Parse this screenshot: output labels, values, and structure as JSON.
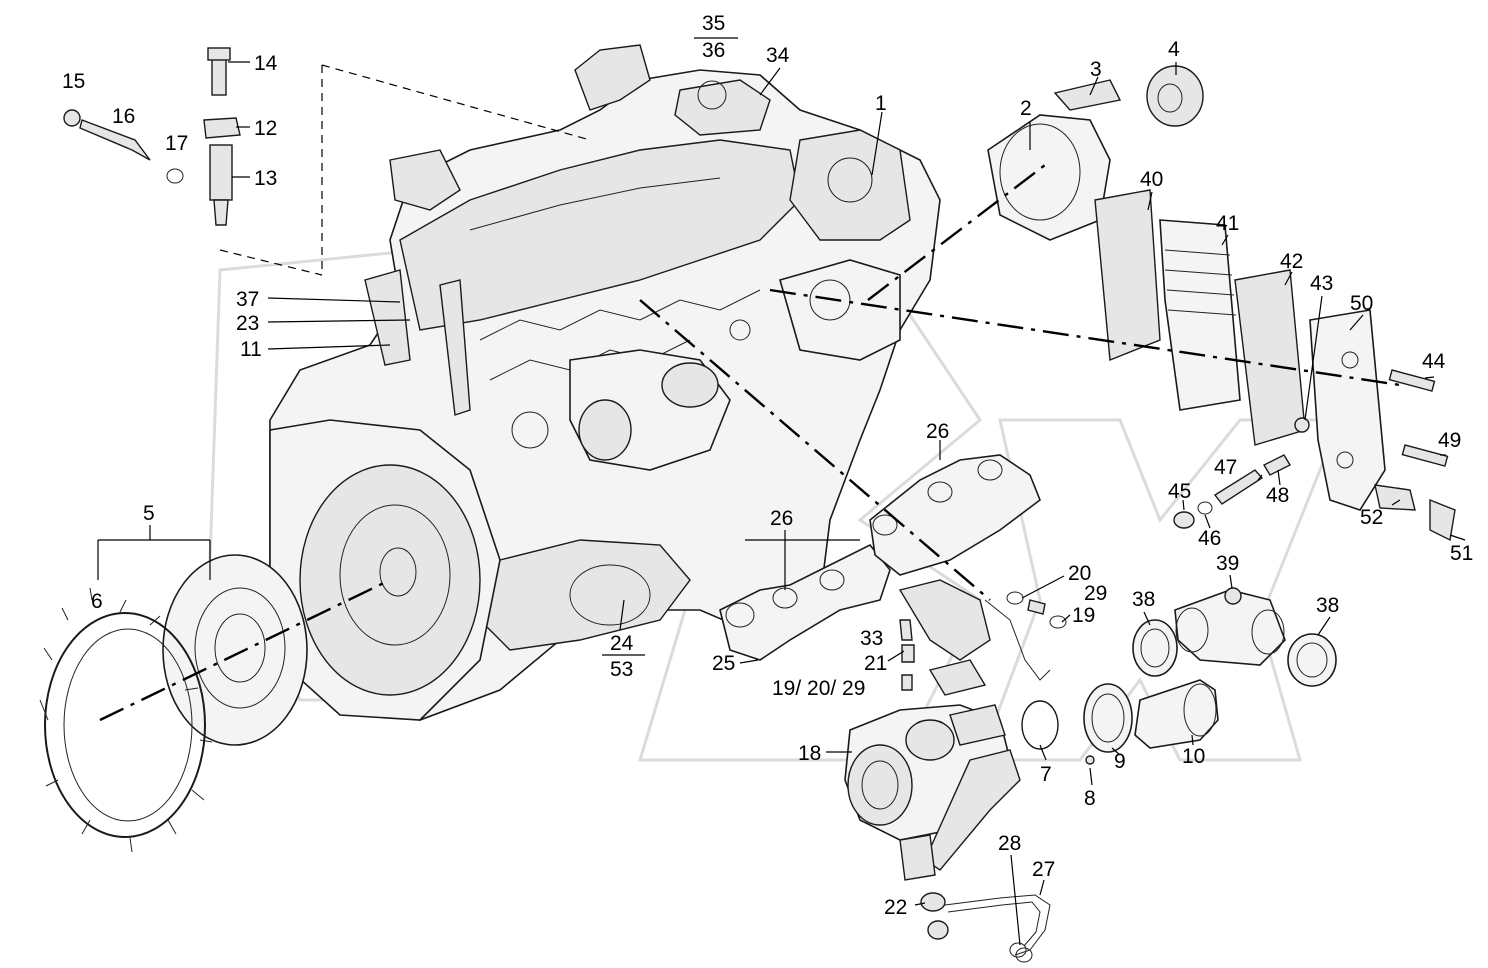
{
  "diagram": {
    "callouts": {
      "c1": "1",
      "c2": "2",
      "c3": "3",
      "c4": "4",
      "c5": "5",
      "c6": "6",
      "c7": "7",
      "c8": "8",
      "c9": "9",
      "c10": "10",
      "c11": "11",
      "c12": "12",
      "c13": "13",
      "c14": "14",
      "c15": "15",
      "c16": "16",
      "c17": "17",
      "c18": "18",
      "c19": "19",
      "c20": "20",
      "c21": "21",
      "c22": "22",
      "c23": "23",
      "c24": "24",
      "c53": "53",
      "c25": "25",
      "c26a": "26",
      "c26b": "26",
      "c27": "27",
      "c28": "28",
      "c29": "29",
      "c33": "33",
      "c34": "34",
      "c35": "35",
      "c36": "36",
      "c37": "37",
      "c38a": "38",
      "c38b": "38",
      "c39": "39",
      "c40": "40",
      "c41": "41",
      "c42": "42",
      "c43": "43",
      "c44": "44",
      "c45": "45",
      "c46": "46",
      "c47": "47",
      "c48": "48",
      "c49": "49",
      "c50": "50",
      "c51": "51",
      "c52": "52",
      "c192029": "19/ 20/ 29"
    }
  }
}
